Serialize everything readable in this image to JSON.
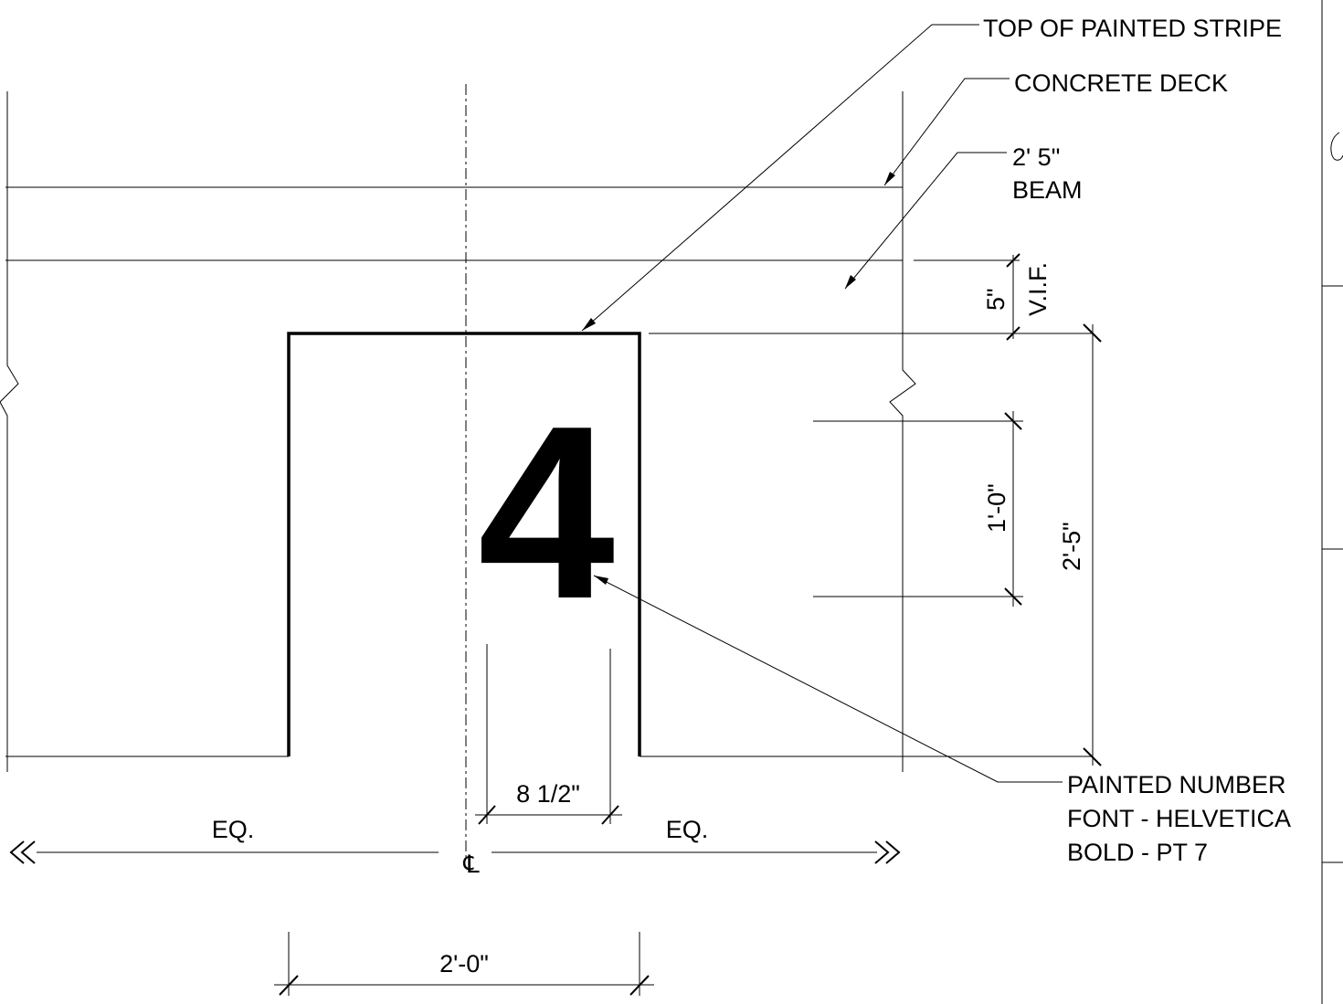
{
  "callouts": {
    "top_of_stripe": "TOP OF PAINTED STRIPE",
    "concrete_deck": "CONCRETE DECK",
    "beam_line1": "2' 5\"",
    "beam_line2": "BEAM",
    "painted_number_line1": "PAINTED NUMBER",
    "painted_number_line2": "FONT - HELVETICA",
    "painted_number_line3": "BOLD - PT 7"
  },
  "number": "4",
  "dimensions": {
    "offset": "5\"",
    "vif": "V.I.F.",
    "digit_height": "1'-0\"",
    "stripe_height": "2'-5\"",
    "digit_width": "8 1/2\"",
    "eq_left": "EQ.",
    "eq_right": "EQ.",
    "stripe_width": "2'-0\""
  },
  "centerline_symbol": "℄"
}
